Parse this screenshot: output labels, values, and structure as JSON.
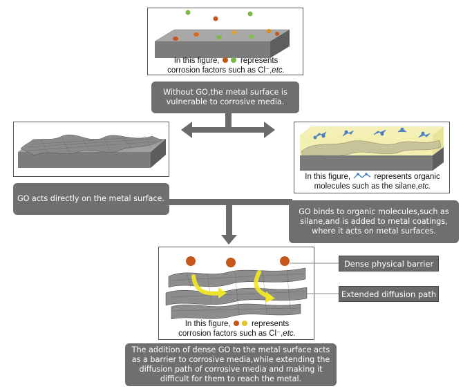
{
  "panels": {
    "top": {
      "caption_prefix": "In this figure,",
      "caption_suffix": "represents",
      "caption_line2": "corrosion factors such as Cl⁻,",
      "caption_etc": "etc."
    },
    "left": {},
    "right": {
      "caption_prefix": "In this figure,",
      "caption_suffix": "represents organic",
      "caption_line2": "molecules such as the silane,",
      "caption_etc": "etc."
    },
    "bottom": {
      "caption_prefix": "In this figure,",
      "caption_suffix": "represents",
      "caption_line2": "corrosion factors such as Cl⁻,",
      "caption_etc": "etc.",
      "label_barrier": "Dense physical barrier",
      "label_path": "Extended diffusion path"
    }
  },
  "boxes": {
    "without_go": "Without GO,the metal surface is vulnerable to corrosive media.",
    "go_direct": "GO acts directly on the metal surface.",
    "go_organic": "GO binds to organic molecules,such as silane,and is added to metal coatings, where it acts on metal surfaces.",
    "conclusion": "The addition of dense GO to the metal surface acts as a barrier to corrosive media,while extending the diffusion path of corrosive media and making it difficult for them to reach the metal."
  },
  "colors": {
    "box_gray": "#6f6f6f",
    "arrow_gray": "#6a6a6a",
    "metal_top": "#a9a9a9",
    "metal_side": "#6d6d6d",
    "coating_yellow": "#f3efb0",
    "path_yellow": "#f2e62a",
    "ion_orange": "#c5561c",
    "ion_green": "#7ab648"
  }
}
